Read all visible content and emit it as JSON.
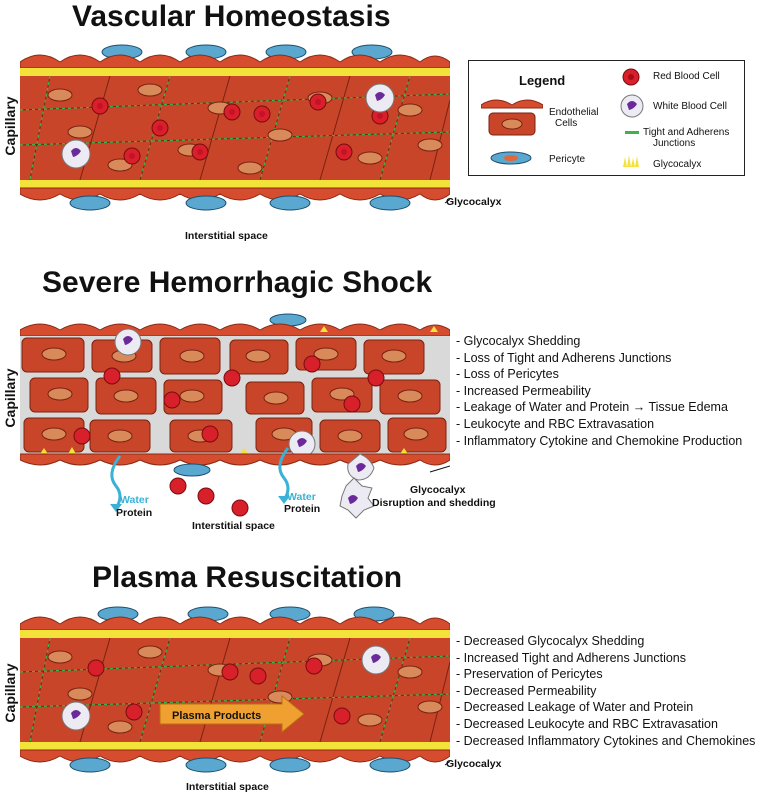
{
  "panels": [
    {
      "title": "Vascular Homeostasis",
      "side_label": "Capillary",
      "glyco_label": "Glycocalyx",
      "interstitial": "Interstitial space"
    },
    {
      "title": "Severe Hemorrhagic Shock",
      "side_label": "Capillary",
      "glyco_label": "Glycocalyx",
      "glyco_label2": "Disruption and shedding",
      "interstitial": "Interstitial space",
      "water": "Water",
      "protein": "Protein",
      "bullets": [
        "- Glycocalyx Shedding",
        "- Loss of Tight and Adherens Junctions",
        "- Loss of Pericytes",
        "- Increased Permeability",
        "- Leakage of Water and Protein → Tissue Edema",
        "- Leukocyte and RBC Extravasation",
        "- Inflammatory Cytokine and Chemokine Production"
      ]
    },
    {
      "title": "Plasma Resuscitation",
      "side_label": "Capillary",
      "glyco_label": "Glycocalyx",
      "interstitial": "Interstitial space",
      "arrow_label": "Plasma Products",
      "bullets": [
        "- Decreased Glycocalyx Shedding",
        "- Increased Tight and Adherens Junctions",
        "- Preservation of Pericytes",
        "- Decreased Permeability",
        "- Decreased Leakage of Water and Protein",
        "- Decreased Leukocyte and RBC Extravasation",
        "- Decreased Inflammatory Cytokines and Chemokines"
      ]
    }
  ],
  "legend": {
    "title": "Legend",
    "rbc": "Red Blood Cell",
    "wbc": "White Blood Cell",
    "endo_line1": "Endothelial",
    "endo_line2": "Cells",
    "junction_line1": "Tight and Adherens",
    "junction_line2": "Junctions",
    "pericyte": "Pericyte",
    "glycocalyx": "Glycocalyx"
  },
  "colors": {
    "endothelium": "#c8452a",
    "endo_border": "#8a2a14",
    "nucleus": "#d98a5a",
    "rbc": "#d8202a",
    "wbc_nucleus": "#6a2a9a",
    "pericyte": "#5aa8d0",
    "glycocalyx": "#f3e23a",
    "junction": "#3cb44b",
    "water": "#39b2d6",
    "arrow": "#f0a030"
  }
}
